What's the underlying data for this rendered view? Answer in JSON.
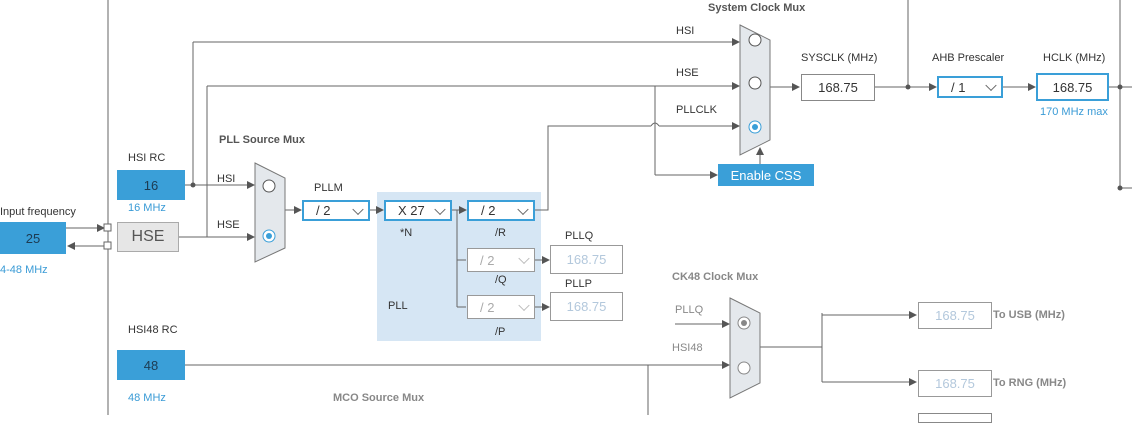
{
  "input_frequency": {
    "label": "Input frequency",
    "value": "25",
    "range": "4-48 MHz"
  },
  "hse": {
    "label": "HSE"
  },
  "hsi_rc": {
    "label": "HSI RC",
    "value": "16",
    "freq": "16 MHz"
  },
  "hsi48_rc": {
    "label": "HSI48 RC",
    "value": "48",
    "freq": "48 MHz"
  },
  "pll_source_mux": {
    "label": "PLL Source Mux",
    "inputs": [
      "HSI",
      "HSE"
    ],
    "selected": "HSE"
  },
  "pllm": {
    "label": "PLLM",
    "value": "/ 2"
  },
  "pll": {
    "label": "PLL",
    "n": {
      "label": "*N",
      "value": "X 27"
    },
    "r": {
      "label": "/R",
      "value": "/ 2"
    },
    "q": {
      "label": "/Q",
      "value": "/ 2"
    },
    "p": {
      "label": "/P",
      "value": "/ 2"
    }
  },
  "pllq": {
    "label": "PLLQ",
    "value": "168.75"
  },
  "pllp": {
    "label": "PLLP",
    "value": "168.75"
  },
  "system_clock_mux": {
    "label": "System Clock Mux",
    "inputs": [
      "HSI",
      "HSE",
      "PLLCLK"
    ],
    "selected": "PLLCLK"
  },
  "enable_css": {
    "label": "Enable CSS"
  },
  "sysclk": {
    "label": "SYSCLK (MHz)",
    "value": "168.75"
  },
  "ahb_prescaler": {
    "label": "AHB Prescaler",
    "value": "/ 1"
  },
  "hclk": {
    "label": "HCLK (MHz)",
    "value": "168.75",
    "max": "170 MHz max"
  },
  "ck48_mux": {
    "label": "CK48 Clock Mux",
    "inputs": [
      "PLLQ",
      "HSI48"
    ],
    "selected": "PLLQ"
  },
  "usb": {
    "label": "To USB (MHz)",
    "value": "168.75"
  },
  "rng": {
    "label": "To RNG (MHz)",
    "value": "168.75"
  },
  "mco_mux": {
    "label": "MCO Source Mux"
  },
  "colors": {
    "accent": "#3a9fd8",
    "pll_bg": "#d6e6f4",
    "wire": "#666666"
  }
}
